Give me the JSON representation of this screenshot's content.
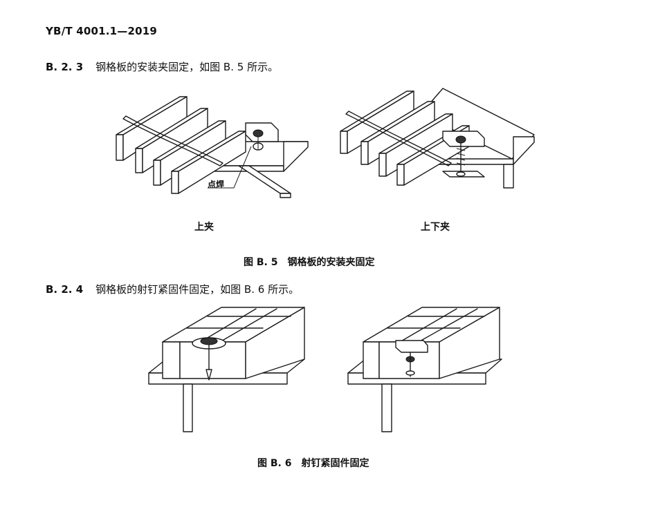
{
  "header": {
    "code": "YB/T 4001.1—2019"
  },
  "section_b23": {
    "number": "B. 2. 3",
    "text": "钢格板的安装夹固定，如图 B. 5 所示。"
  },
  "figure_b5": {
    "left_sublabel": "上夹",
    "right_sublabel": "上下夹",
    "callout": "点焊",
    "caption": "图 B. 5　钢格板的安装夹固定"
  },
  "section_b24": {
    "number": "B. 2. 4",
    "text": "钢格板的射钉紧固件固定，如图 B. 6 所示。"
  },
  "figure_b6": {
    "caption": "图 B. 6　射钉紧固件固定"
  }
}
